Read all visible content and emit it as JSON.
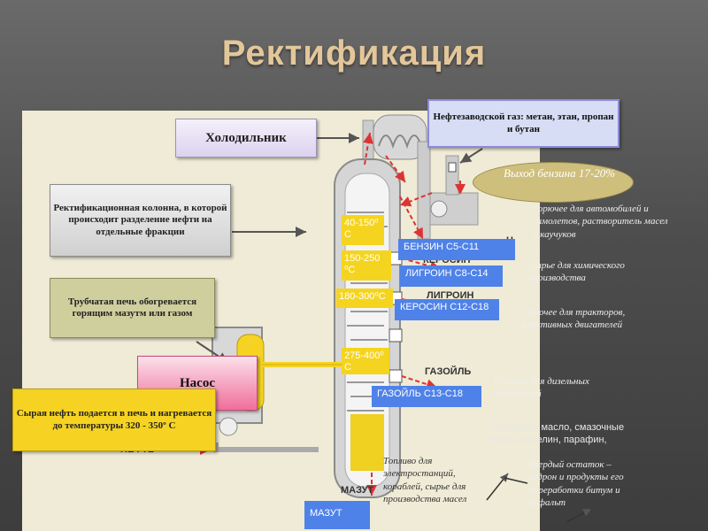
{
  "title": "Ректификация",
  "labels": {
    "cooler": "Холодильник",
    "refinery_gas": "Нефтезаводской газ: метан, этан, пропан и бутан",
    "column_desc": "Ректификационная колонна, в которой происходит разделение нефти на отдельные фракции",
    "furnace_desc": "Трубчатая печь обогревается горящим мазутм или газом",
    "pump": "Насос",
    "crude_oil": "Сырая нефть подается в печь и нагревается до температуры 320 - 350º С",
    "gasoline_yield": "Выход бензина 17-20%"
  },
  "temperatures": [
    {
      "text": "40-150⁰ С"
    },
    {
      "text": "150-250 ⁰С"
    },
    {
      "text": "180-300⁰С"
    },
    {
      "text": "275-400⁰ С"
    }
  ],
  "fractions": [
    {
      "text": "БЕНЗИН С5-С11"
    },
    {
      "text": "ЛИГРОИН С8-С14"
    },
    {
      "text": "КЕРОСИН С12-С18"
    },
    {
      "text": "ГАЗОЙЛЬ С13-С18"
    },
    {
      "text": "МАЗУТ"
    }
  ],
  "uses": [
    {
      "text": "Горючее для автомобилей и самолетов, растворитель масел и каучуков"
    },
    {
      "text": "Сырье для химического производства"
    },
    {
      "text": "Горючее для тракторов, реактивных двигателей"
    },
    {
      "text": "Горючее для дизельных двигателей"
    },
    {
      "text": "Соляровое масло, смазочные масла, вазелин, парафин,"
    },
    {
      "text": "Топливо для электростанций, кораблей, сырье для производства масел"
    },
    {
      "text": "Твердый остаток – гудрон и продукты его переработки битум и асфальт"
    }
  ],
  "background_labels": {
    "kerosene": "КЕРОСИН",
    "ligroin": "ЛИГРОИН",
    "gasoil": "ГАЗОЙЛЬ",
    "oil": "НЕФТЬ",
    "fuel_oil": "МАЗУТ",
    "h_fragment": "Н"
  },
  "colors": {
    "temp_label": "#f5d41f",
    "fraction_label": "#4f82e8",
    "pump_box": "#f06e9b",
    "crude_box": "#f6d322",
    "yield_ellipse": "#cfbf7d",
    "title": "#e3c79a"
  }
}
